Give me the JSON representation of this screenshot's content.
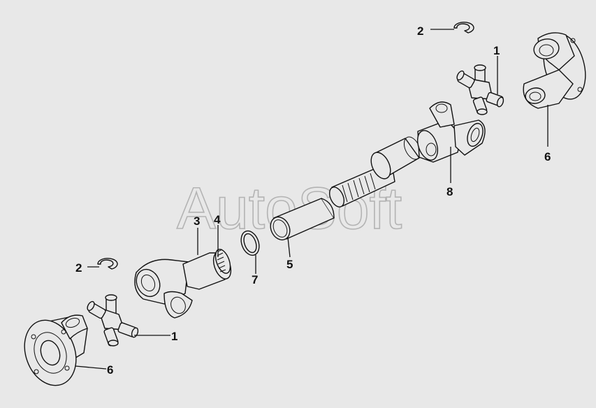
{
  "watermark": "AutoSoft",
  "callouts": {
    "p1_right": "1",
    "p1_left": "1",
    "p2_top": "2",
    "p2_left": "2",
    "p3": "3",
    "p4": "4",
    "p5": "5",
    "p6_right": "6",
    "p6_left": "6",
    "p7": "7",
    "p8": "8"
  },
  "colors": {
    "background": "#e8e8e8",
    "line": "#111111",
    "watermark": "#888888"
  }
}
